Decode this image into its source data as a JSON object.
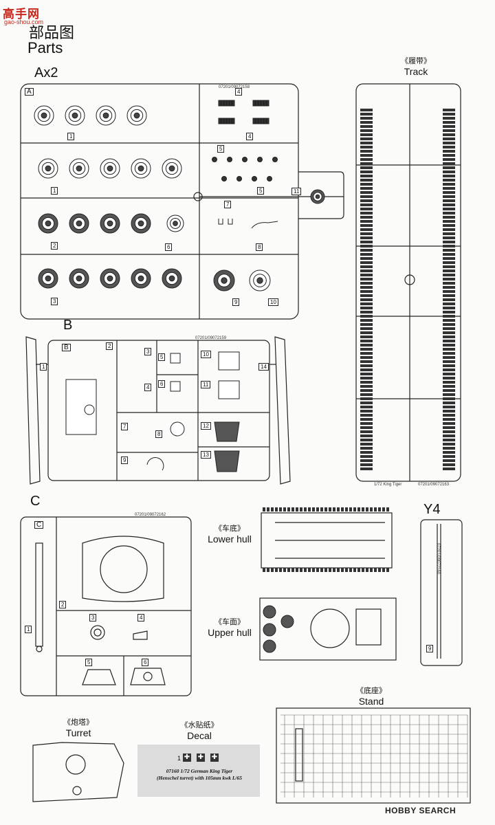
{
  "watermark": {
    "logo": "高手网",
    "url": "gao-shou.com",
    "bottom": "HOBBY SEARCH"
  },
  "header": {
    "title_cn": "部品图",
    "title_en": "Parts"
  },
  "sprues": {
    "A": {
      "label": "Ax2",
      "tag": "A",
      "code": "07201/09072158",
      "numbers": [
        "1",
        "1",
        "2",
        "3",
        "4",
        "4",
        "5",
        "5",
        "6",
        "7",
        "8",
        "9",
        "10",
        "11"
      ]
    },
    "B": {
      "label": "B",
      "tag": "B",
      "code": "07201/09072159",
      "numbers": [
        "1",
        "2",
        "3",
        "4",
        "5",
        "6",
        "7",
        "8",
        "9",
        "10",
        "11",
        "12",
        "13",
        "14"
      ]
    },
    "C": {
      "label": "C",
      "tag": "C",
      "code": "07201/09072162",
      "numbers": [
        "1",
        "2",
        "3",
        "4",
        "5",
        "6"
      ]
    },
    "Y": {
      "label": "Y4",
      "code": "07201/09072160",
      "numbers": [
        "9"
      ]
    }
  },
  "track": {
    "cn": "《履带》",
    "en": "Track",
    "sprue_text": "1/72  King Tiger",
    "code": "07201/09072163"
  },
  "lower_hull": {
    "cn": "《车底》",
    "en": "Lower hull"
  },
  "upper_hull": {
    "cn": "《车面》",
    "en": "Upper hull"
  },
  "stand": {
    "cn": "《底座》",
    "en": "Stand"
  },
  "turret": {
    "cn": "《炮塔》",
    "en": "Turret"
  },
  "decal": {
    "cn": "《水贴纸》",
    "en": "Decal",
    "number": "1",
    "line1": "07160  1/72  German King Tiger",
    "line2": "(Henschel turret) with 105mm kwk L/65"
  }
}
